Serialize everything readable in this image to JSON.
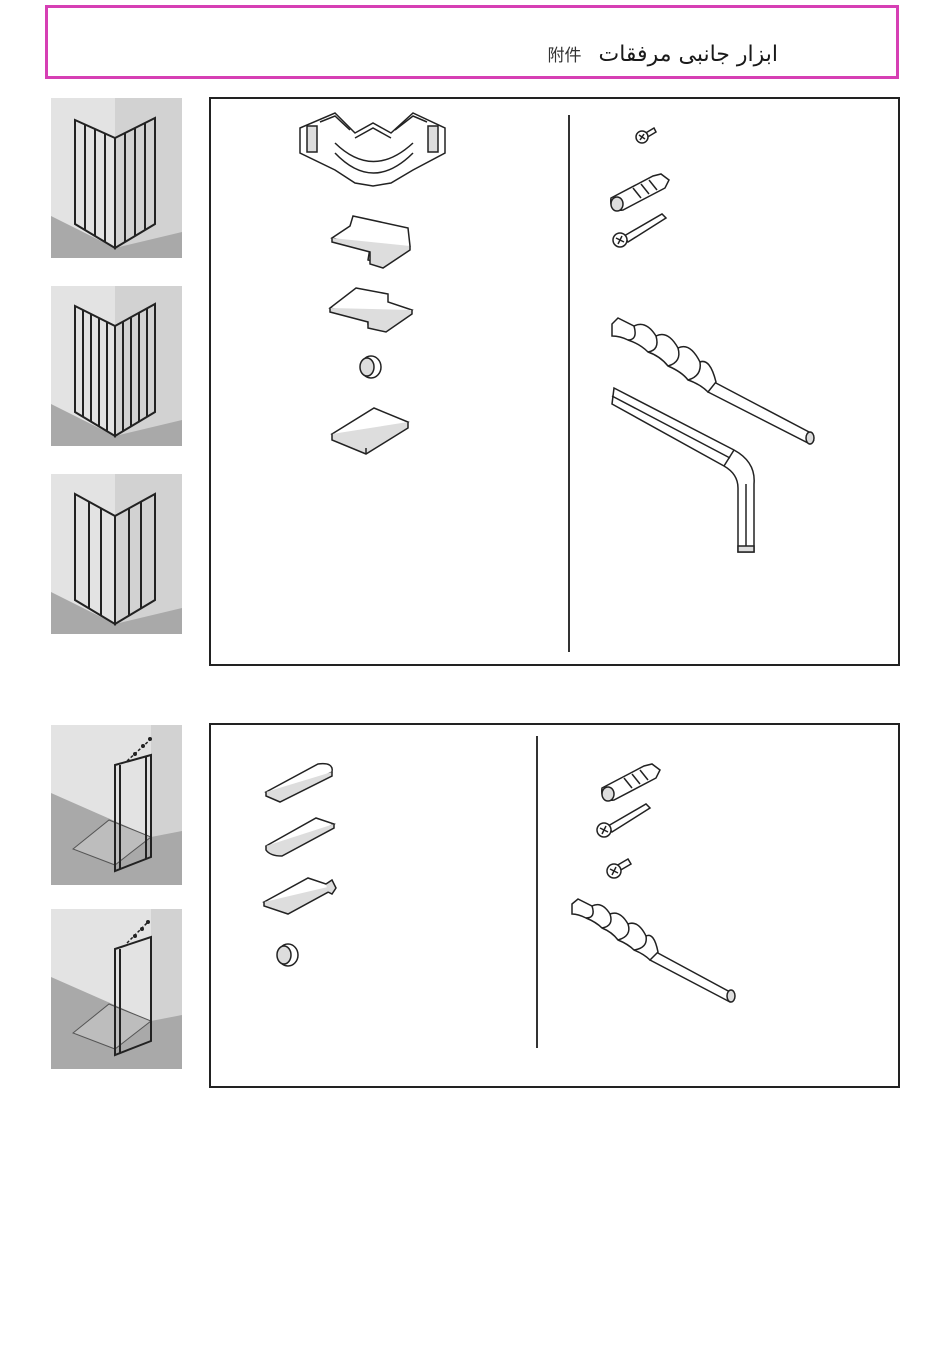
{
  "header": {
    "title_cn": "附件",
    "title_fa": "ابزار جانبی مرفقات"
  },
  "colors": {
    "header_border": "#d63fb4",
    "thumb_wall": "#e3e3e3",
    "thumb_floor": "#a9a9a9",
    "line": "#222222"
  },
  "sections": [
    {
      "name": "corner-entry-accessories",
      "thumbnails": [
        "corner-entry-2-doors",
        "corner-entry-4-doors",
        "corner-entry-3-doors"
      ],
      "left_parts": [
        "corner-connector-icon",
        "pad-notched-icon",
        "pad-stepped-icon",
        "cap-icon",
        "pad-flat-icon"
      ],
      "right_parts": [
        "small-screw-icon",
        "wall-plug-icon",
        "long-screw-icon",
        "drill-bit-icon",
        "hex-key-icon"
      ]
    },
    {
      "name": "side-panel-accessories",
      "thumbnails": [
        "side-panel-with-stabilizer",
        "side-panel-with-stabilizer-short"
      ],
      "left_parts": [
        "strip-rounded-icon",
        "strip-angled-icon",
        "end-cap-profile-icon",
        "cap-icon"
      ],
      "right_parts": [
        "wall-plug-icon",
        "long-screw-icon",
        "small-screw-icon",
        "drill-bit-icon"
      ]
    }
  ]
}
